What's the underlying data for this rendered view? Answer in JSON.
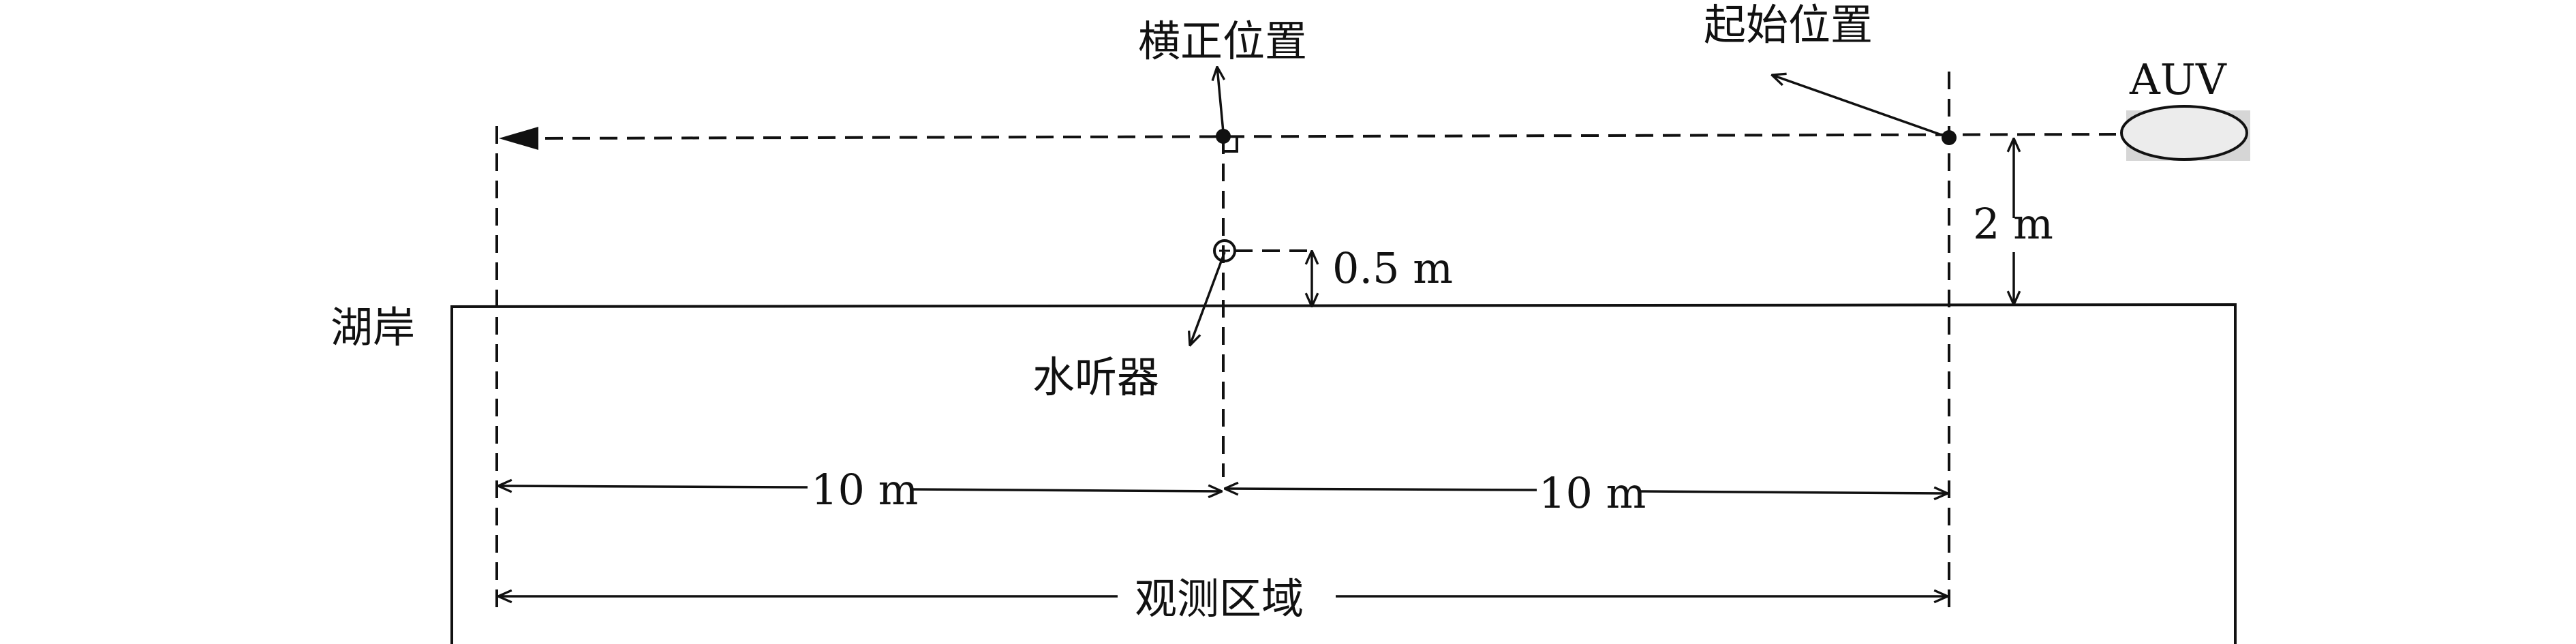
{
  "labels": {
    "lateral_position": "横正位置",
    "start_position": "起始位置",
    "auv": "AUV",
    "lake_shore": "湖岸",
    "hydrophone": "水听器",
    "depth_offset": "0.5 m",
    "distance_to_path": "2 m",
    "left_span": "10 m",
    "right_span": "10 m",
    "observation_area": "观测区域"
  },
  "colors": {
    "stroke": "#111111",
    "auv_fill": "#ececec",
    "background": "#ffffff"
  }
}
